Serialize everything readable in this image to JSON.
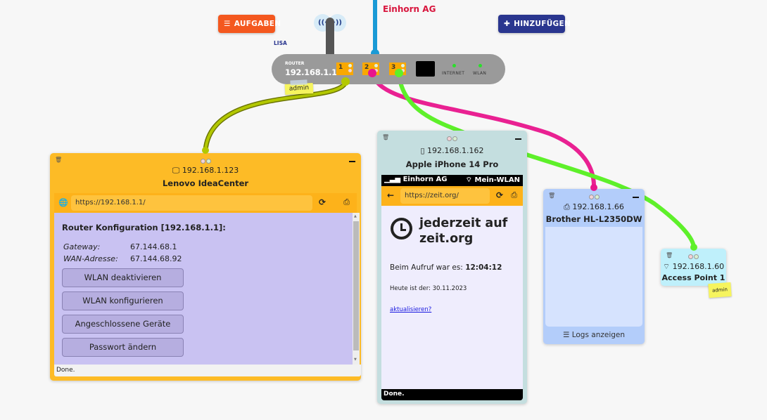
{
  "toolbar": {
    "tasks_label": "AUFGABEN",
    "tasks_icon": "list-icon",
    "add_label": "HINZUFÜGEN",
    "add_icon": "plus-icon"
  },
  "network": {
    "company": "Einhorn AG",
    "user": "LISA",
    "colors": {
      "company": "#d8153d",
      "tasks_button": "#f4581f",
      "add_button": "#2a368f",
      "uplink_cable": "#1a9ad6",
      "cable_port1": "#b3c800",
      "cable_port2": "#e8158c",
      "cable_port3": "#5ef02a"
    }
  },
  "router": {
    "label": "ROUTER",
    "ip": "192.168.1.1",
    "ports": [
      "1",
      "2",
      "3"
    ],
    "status_leds": [
      "INTERNET",
      "WLAN"
    ],
    "sticky_note": "admin",
    "wifi_icon": "wifi-signal-icon"
  },
  "devices": {
    "lenovo": {
      "ip": "192.168.1.123",
      "name": "Lenovo IdeaCenter",
      "icon": "desktop-icon",
      "browser": {
        "url": "https://192.168.1.1/",
        "heading": "Router Konfiguration [192.168.1.1]:",
        "fields": [
          {
            "label": "Gateway:",
            "value": "67.144.68.1"
          },
          {
            "label": "WAN-Adresse:",
            "value": "67.144.68.92"
          }
        ],
        "buttons": [
          "WLAN deaktivieren",
          "WLAN konfigurieren",
          "Angeschlossene Geräte",
          "Passwort ändern"
        ],
        "status": "Done."
      }
    },
    "iphone": {
      "ip": "192.168.1.162",
      "name": "Apple iPhone 14 Pro",
      "icon": "smartphone-icon",
      "carrier": "Einhorn AG",
      "wifi": "Mein-WLAN",
      "browser": {
        "url": "https://zeit.org/",
        "site_title": "jederzeit auf zeit.org",
        "aufruf_label": "Beim Aufruf war es:",
        "aufruf_time": "12:04:12",
        "heute": "Heute ist der: 30.11.2023",
        "link": "aktualisieren?",
        "status": "Done."
      }
    },
    "printer": {
      "ip": "192.168.1.66",
      "name": "Brother HL-L2350DW",
      "icon": "printer-icon",
      "logs_label": "Logs anzeigen"
    },
    "access_point": {
      "ip": "192.168.1.60",
      "name": "Access Point 1",
      "icon": "wifi-icon",
      "sticky_note": "admin"
    }
  }
}
